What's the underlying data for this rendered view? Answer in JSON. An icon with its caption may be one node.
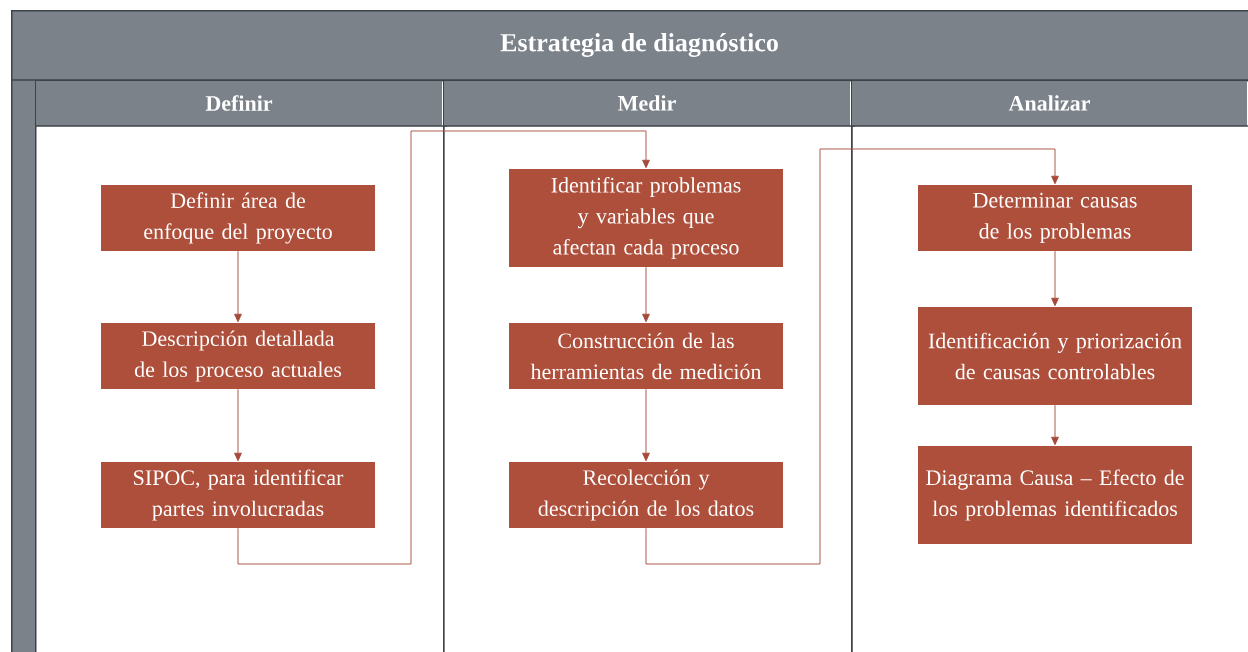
{
  "diagram": {
    "nodes": [
      {
        "text": [
          "Estrategia de diagnóstico"
        ]
      },
      {
        "text": [
          "Definir"
        ],
        "in": 0
      },
      {
        "text": [
          "Definir área de enfoque del proyecto"
        ],
        "in": 1
      },
      {
        "text": [
          "Descripción detallada de los proceso actuales"
        ],
        "in": 1
      },
      {
        "text": [
          "SIPOC, para identificar partes involucradas"
        ],
        "in": 1
      },
      {
        "text": [
          "Medir"
        ],
        "in": 0
      },
      {
        "text": [
          "Identificar problemas y variables que afectan cada proceso"
        ],
        "in": 5
      },
      {
        "text": [
          "Construcción de las herramientas de medición"
        ],
        "in": 5
      },
      {
        "text": [
          "Recolección y descripción de los datos"
        ],
        "in": 5
      },
      {
        "text": [
          "Analizar"
        ],
        "in": 0
      },
      {
        "text": [
          "Determinar causas de los problemas"
        ],
        "in": 9
      },
      {
        "text": [
          "Identificación y priorización de causas controlables"
        ],
        "in": 9
      },
      {
        "text": [
          "Diagrama Causa – Efecto de los problemas identificados"
        ],
        "in": 9
      }
    ],
    "edges": [
      {
        "from": 2,
        "to": 3,
        "arrow": "to"
      },
      {
        "from": 3,
        "to": 4,
        "arrow": "to"
      },
      {
        "from": 4,
        "to": 6,
        "arrow": "to"
      },
      {
        "from": 6,
        "to": 7,
        "arrow": "to"
      },
      {
        "from": 7,
        "to": 8,
        "arrow": "to"
      },
      {
        "from": 8,
        "to": 10,
        "arrow": "to"
      },
      {
        "from": 10,
        "to": 11,
        "arrow": "to"
      },
      {
        "from": 11,
        "to": 12,
        "arrow": "to"
      }
    ]
  }
}
